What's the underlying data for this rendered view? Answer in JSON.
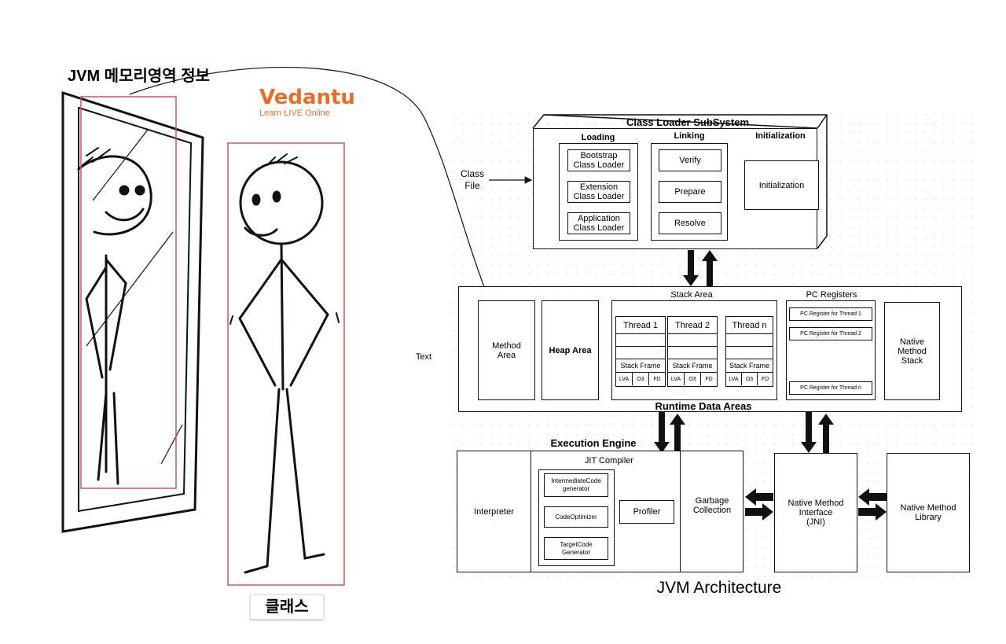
{
  "left_panel": {
    "title": "JVM 메모리영역 정보",
    "logo": {
      "name": "Vedantu",
      "tagline": "Learn LIVE Online",
      "color": "#f26a21"
    },
    "caption": "클래스",
    "highlight_color": "#e05050"
  },
  "diagram": {
    "title": "JVM Architecture",
    "class_file_label": "Class\nFile",
    "text_label": "Text",
    "class_loader": {
      "title": "Class Loader SubSystem",
      "loading": {
        "label": "Loading",
        "items": [
          "Bootstrap\nClass Loader",
          "Extension\nClass Loader",
          "Application\nClass Loader"
        ]
      },
      "linking": {
        "label": "Linking",
        "items": [
          "Verify",
          "Prepare",
          "Resolve"
        ]
      },
      "initialization": {
        "label": "Initialization",
        "box": "Initialization"
      }
    },
    "runtime": {
      "label": "Runtime Data Areas",
      "method_area": "Method\nArea",
      "heap_area": "Heap Area",
      "stack_area": {
        "label": "Stack Area",
        "threads": [
          "Thread 1",
          "Thread 2",
          "Thread n"
        ],
        "frame_label": "Stack Frame",
        "frame_cells": [
          "LVA",
          "O3",
          "FD"
        ]
      },
      "pc_registers": {
        "label": "PC Registers",
        "items": [
          "PC Register for Thread 1",
          "PC Register for Thread 2",
          "PC Register for Thread n"
        ]
      },
      "native_stack": "Native\nMethod\nStack"
    },
    "execution_engine": {
      "label": "Execution Engine",
      "interpreter": "Interpreter",
      "jit": {
        "label": "JIT Compiler",
        "items": [
          "IntermediateCode\ngenerator",
          "CodeOptimizer",
          "TargetCode\nGenerator"
        ],
        "profiler": "Profiler"
      },
      "gc": "Garbage\nCollection"
    },
    "jni": "Native Method\nInterface\n(JNI)",
    "native_library": "Native Method\nLibrary"
  }
}
